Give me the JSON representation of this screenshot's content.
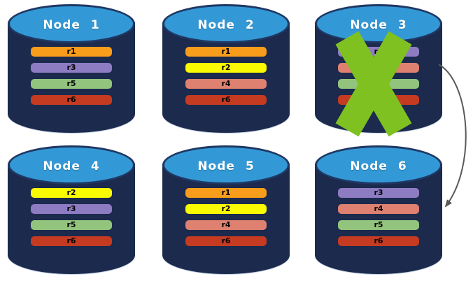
{
  "nodes": [
    {
      "label": "Node 1",
      "replicas": [
        "r1",
        "r3",
        "r5",
        "r6"
      ],
      "failed": false
    },
    {
      "label": "Node 2",
      "replicas": [
        "r1",
        "r2",
        "r4",
        "r6"
      ],
      "failed": false
    },
    {
      "label": "Node 3",
      "replicas": [
        "r3",
        "r4",
        "r5",
        "r6"
      ],
      "failed": true
    },
    {
      "label": "Node 4",
      "replicas": [
        "r2",
        "r3",
        "r5",
        "r6"
      ],
      "failed": false
    },
    {
      "label": "Node 5",
      "replicas": [
        "r1",
        "r2",
        "r4",
        "r6"
      ],
      "failed": false
    },
    {
      "label": "Node 6",
      "replicas": [
        "r3",
        "r4",
        "r5",
        "r6"
      ],
      "failed": false
    }
  ],
  "failure": {
    "failed_node": "Node 3",
    "arrow_from": "Node 3",
    "arrow_to": "Node 6"
  },
  "colors": {
    "replicas": {
      "r1": "#F89C1B",
      "r2": "#FBFB00",
      "r3": "#8E7CC3",
      "r4": "#DF8170",
      "r5": "#93C47D",
      "r6": "#C53B21"
    },
    "cylinder_body": "#1B2A4D",
    "cylinder_top": "#3399D6",
    "cylinder_edge": "#1F3864",
    "x_mark": "#7FC120",
    "arrow": "#595959",
    "title_text": "#FFFFFF"
  }
}
